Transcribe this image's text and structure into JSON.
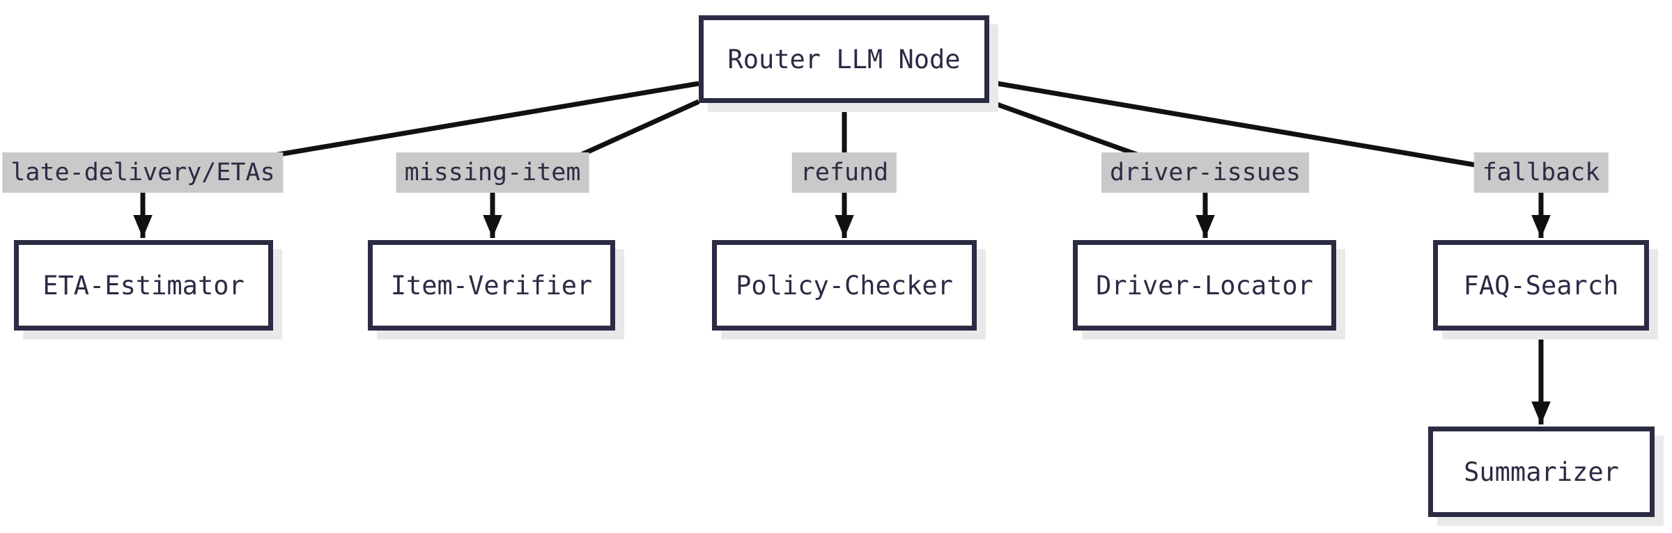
{
  "diagram": {
    "type": "flowchart",
    "direction": "top-down",
    "nodes": [
      {
        "id": "router",
        "label": "Router LLM Node"
      },
      {
        "id": "eta",
        "label": "ETA-Estimator"
      },
      {
        "id": "item",
        "label": "Item-Verifier"
      },
      {
        "id": "policy",
        "label": "Policy-Checker"
      },
      {
        "id": "driver",
        "label": "Driver-Locator"
      },
      {
        "id": "faq",
        "label": "FAQ-Search"
      },
      {
        "id": "summarizer",
        "label": "Summarizer"
      }
    ],
    "edges": [
      {
        "from": "router",
        "to": "eta",
        "label": "late-delivery/ETAs"
      },
      {
        "from": "router",
        "to": "item",
        "label": "missing-item"
      },
      {
        "from": "router",
        "to": "policy",
        "label": "refund"
      },
      {
        "from": "router",
        "to": "driver",
        "label": "driver-issues"
      },
      {
        "from": "router",
        "to": "faq",
        "label": "fallback"
      },
      {
        "from": "faq",
        "to": "summarizer",
        "label": ""
      }
    ],
    "colors": {
      "background": "#ffffff",
      "node_fill": "#ffffff",
      "node_border": "#2b2b44",
      "node_text": "#2b2b44",
      "node_shadow": "#e9e9e9",
      "edge_line": "#111111",
      "arrowhead": "#111111",
      "edge_label_bg": "#c9c9c9",
      "edge_label_text": "#2b2b44"
    }
  }
}
